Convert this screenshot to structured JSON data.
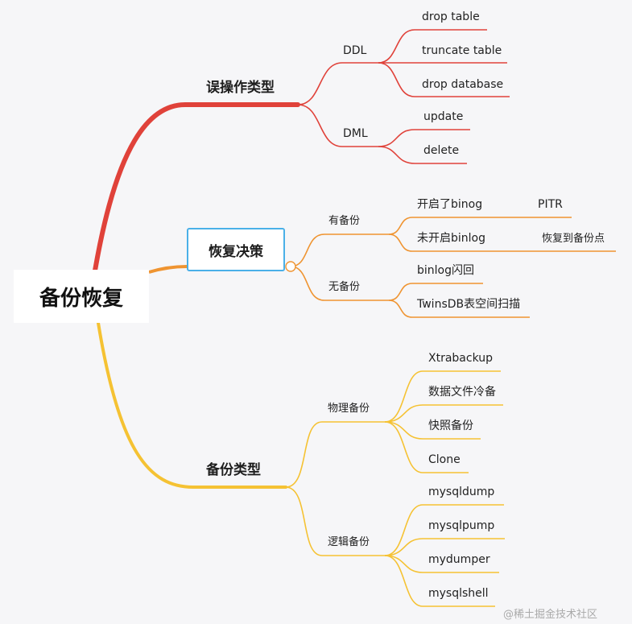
{
  "root": "备份恢复",
  "colors": {
    "red": "#e0423a",
    "orange": "#ef9431",
    "yellow": "#f5c233",
    "selection": "#4ab0e8"
  },
  "branch1": {
    "title": "误操作类型",
    "ddl": {
      "label": "DDL",
      "items": [
        "drop table",
        "truncate table",
        "drop database"
      ]
    },
    "dml": {
      "label": "DML",
      "items": [
        "update",
        "delete"
      ]
    }
  },
  "branch2": {
    "title": "恢复决策",
    "has_backup": {
      "label": "有备份",
      "items": [
        {
          "label": "开启了binog",
          "child": "PITR"
        },
        {
          "label": "未开启binlog",
          "child": "恢复到备份点"
        }
      ]
    },
    "no_backup": {
      "label": "无备份",
      "items": [
        "binlog闪回",
        "TwinsDB表空间扫描"
      ]
    }
  },
  "branch3": {
    "title": "备份类型",
    "physical": {
      "label": "物理备份",
      "items": [
        "Xtrabackup",
        "数据文件冷备",
        "快照备份",
        "Clone"
      ]
    },
    "logical": {
      "label": "逻辑备份",
      "items": [
        "mysqldump",
        "mysqlpump",
        "mydumper",
        "mysqlshell"
      ]
    }
  },
  "watermark": "@稀土掘金技术社区"
}
